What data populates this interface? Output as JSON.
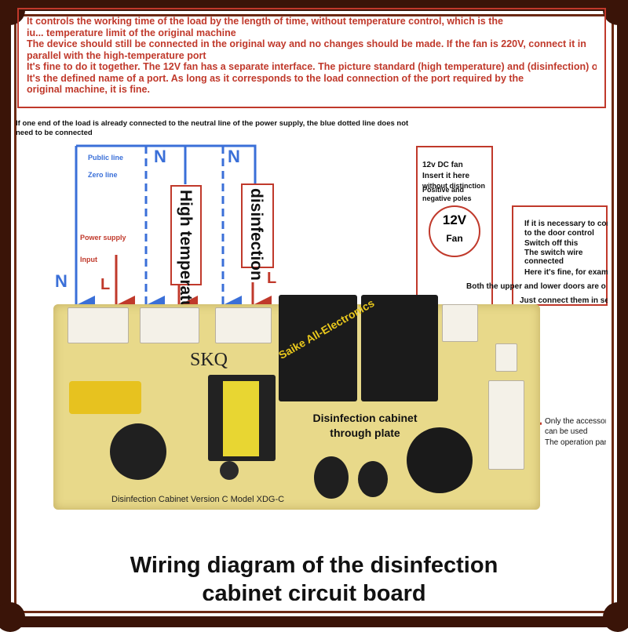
{
  "notes": {
    "line1": "It controls the working time of the load by the length of time, without temperature control, which is the",
    "line2": "iu... temperature limit of the original machine",
    "line3": "The device should still be connected in the original way and no changes should be made. If the fan is 220V, connect it in",
    "line4": "parallel with the high-temperature port",
    "line5": "It's fine to do it together. The 12V fan has a separate interface. The picture standard (high temperature) and (disinfection) o",
    "line6": "It's the defined name of a port. As long as it corresponds to the load connection of the port required by the",
    "line7": "original machine, it is fine."
  },
  "small_note": "If one end of the load is already connected to the neutral line of the power supply, the blue dotted line does not need to be connected",
  "wiring": {
    "public_line": "Public line",
    "zero_line": "Zero line",
    "power_supply": "Power supply",
    "input": "Input",
    "n": "N",
    "l": "L",
    "high_temperature": "High temperature",
    "disinfection": "disinfection"
  },
  "fan_box": {
    "title": "12v DC fan",
    "line1": "Insert it here",
    "line2": "without distinction",
    "line3": "Positive and",
    "line4": "negative poles",
    "voltage": "12V",
    "label": "Fan"
  },
  "door_box": {
    "line1": "If it is necessary to connect",
    "line2": "to the door control",
    "line3": "Switch off this",
    "line4": "The switch wire",
    "line5": "connected",
    "line6": "Here it's fine, for example",
    "line7": "Both the upper and lower doors are open",
    "line8": "Just connect them in series"
  },
  "panel_note": {
    "line1": "Only the accessories",
    "line2": "can be used",
    "line3": "The operation panel"
  },
  "board": {
    "brand": "SKQ",
    "watermark": "Saike All-Electronics",
    "center_label_1": "Disinfection cabinet",
    "center_label_2": "through plate",
    "model": "Disinfection Cabinet Version C Model XDG-C"
  },
  "caption": {
    "line1": "Wiring diagram of the disinfection",
    "line2": "cabinet circuit board"
  },
  "colors": {
    "frame": "#3a1408",
    "note_red": "#c0392b",
    "wire_blue": "#3a6fd8",
    "board": "#e8d98a"
  }
}
